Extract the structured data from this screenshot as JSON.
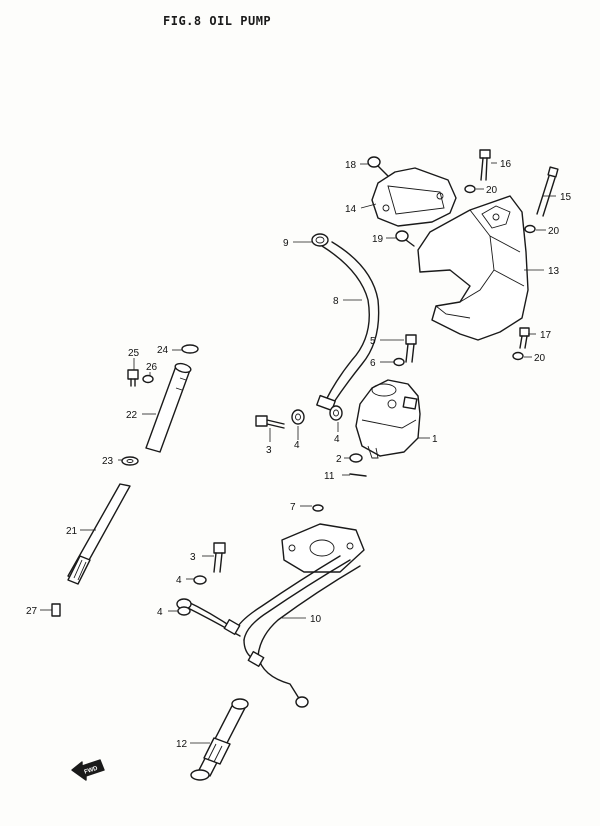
{
  "figure_title": "FIG.8  OIL PUMP",
  "fwd_label": "FWD",
  "callouts": {
    "c1": "1",
    "c2": "2",
    "c3a": "3",
    "c3b": "3",
    "c4a": "4",
    "c4b": "4",
    "c4c": "4",
    "c4d": "4",
    "c5": "5",
    "c6": "6",
    "c7": "7",
    "c8": "8",
    "c9": "9",
    "c10": "10",
    "c11": "11",
    "c12": "12",
    "c13": "13",
    "c14": "14",
    "c15": "15",
    "c16": "16",
    "c17": "17",
    "c18": "18",
    "c19": "19",
    "c20a": "20",
    "c20b": "20",
    "c20c": "20",
    "c21": "21",
    "c22": "22",
    "c23": "23",
    "c24": "24",
    "c25": "25",
    "c26": "26",
    "c27": "27"
  }
}
